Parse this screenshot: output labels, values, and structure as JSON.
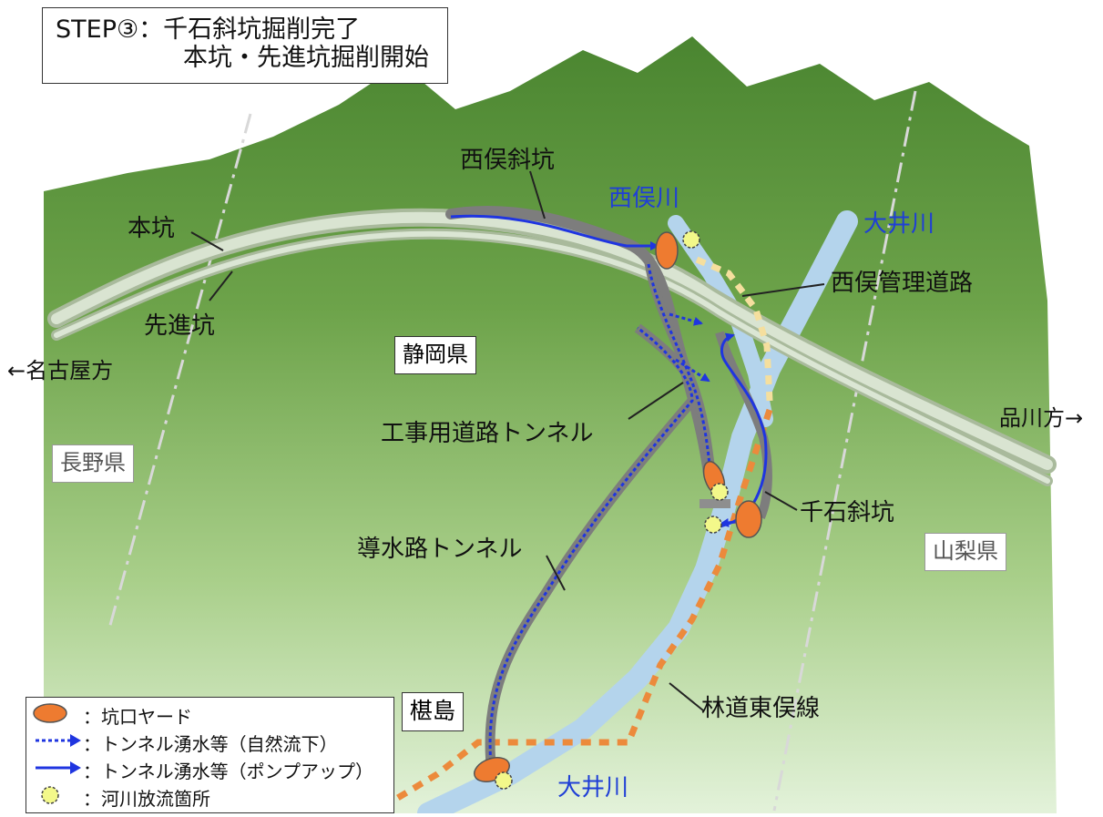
{
  "title": {
    "line1": "STEP③：千石斜坑掘削完了",
    "line2": "本坑・先進坑掘削開始"
  },
  "labels": {
    "honko": "本坑",
    "senshinko": "先進坑",
    "nishimata_shako": "西俣斜坑",
    "nishimata_river": "西俣川",
    "oi_river_top": "大井川",
    "oi_river_bottom": "大井川",
    "nishimata_road": "西俣管理道路",
    "shizuoka": "静岡県",
    "nagano": "長野県",
    "yamanashi": "山梨県",
    "nagoya": "←名古屋方",
    "shinagawa": "品川方→",
    "koji_tunnel": "工事用道路トンネル",
    "senkoku_shako": "千石斜坑",
    "dosui_tunnel": "導水路トンネル",
    "rindo": "林道東俣線",
    "sawarajima": "椹島"
  },
  "legend": {
    "yard": "：坑口ヤード",
    "natural": "：トンネル湧水等（自然流下）",
    "pump": "：トンネル湧水等（ポンプアップ）",
    "discharge": "：河川放流箇所"
  },
  "colors": {
    "mountain_dark": "#4f8a33",
    "mountain_light": "#dcefd2",
    "river": "#b4d4ec",
    "tunnel": "#c9d8c0",
    "yard": "#ee7b30",
    "discharge": "#f3f88a",
    "pump_arrow": "#1f35e0",
    "road_orange": "#ec8a3c",
    "road_yellow": "#f5df9e"
  }
}
